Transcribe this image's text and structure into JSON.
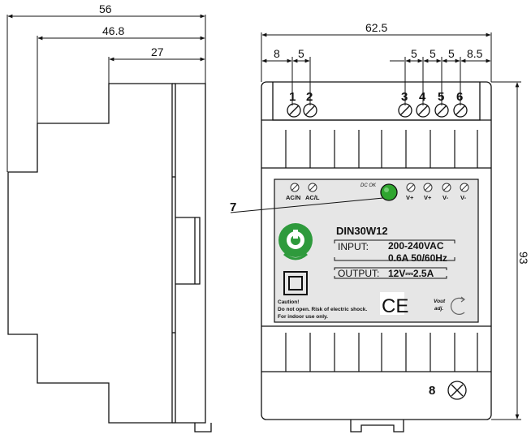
{
  "dimensions": {
    "side_total": "56",
    "side_mid": "46.8",
    "side_small": "27",
    "front_width": "62.5",
    "front_height": "93",
    "seg_8_left": "8",
    "seg_5_left": "5",
    "seg_5_a": "5",
    "seg_5_b": "5",
    "seg_5_c": "5",
    "seg_8_5": "8.5"
  },
  "terminals_top": [
    "1",
    "2",
    "3",
    "4",
    "5",
    "6"
  ],
  "callouts": {
    "led": "7",
    "screw": "8"
  },
  "label": {
    "terminal_labels": [
      "AC/N",
      "AC/L",
      "V+",
      "V+",
      "V-",
      "V-"
    ],
    "dc_ok": "DC OK",
    "model": "DIN30W12",
    "input_label": "INPUT:",
    "input_voltage": "200-240VAC",
    "input_current_freq": "0.6A  50/60Hz",
    "output_label": "OUTPUT:",
    "output_value": "12V⎓2.5A",
    "caution_title": "Caution!",
    "caution_line1": "Do not open. Risk of electric shock.",
    "caution_line2": "For indoor use only.",
    "ce_mark": "CE",
    "vout_line1": "Vout",
    "vout_line2": "adj."
  },
  "colors": {
    "line": "#111111",
    "label_bg": "#e6e6e6",
    "led_green": "#2fa52f",
    "logo_green": "#2e9a3c"
  }
}
